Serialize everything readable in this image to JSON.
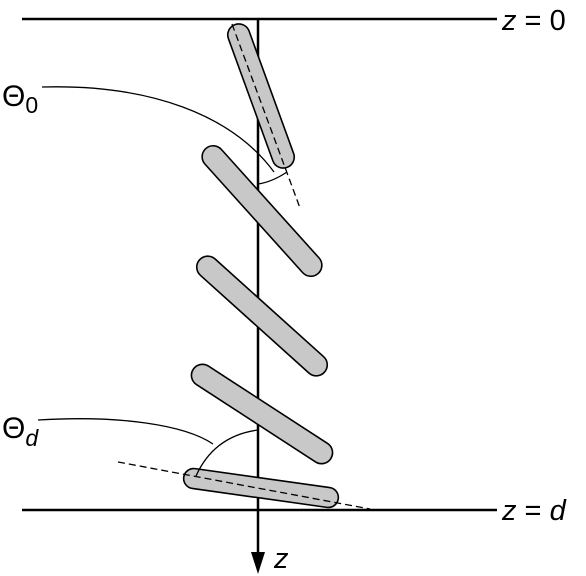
{
  "top_boundary": {
    "var": "z",
    "eq": " = ",
    "val": "0"
  },
  "bottom_boundary": {
    "var": "z",
    "eq": " = ",
    "val": "d"
  },
  "axis_label": "z",
  "angle_top": {
    "symbol": "Θ",
    "subscript": "0"
  },
  "angle_bottom": {
    "symbol": "Θ",
    "subscript": "d"
  },
  "colors": {
    "rod_fill": "#c8c8c8",
    "line": "#000000"
  }
}
